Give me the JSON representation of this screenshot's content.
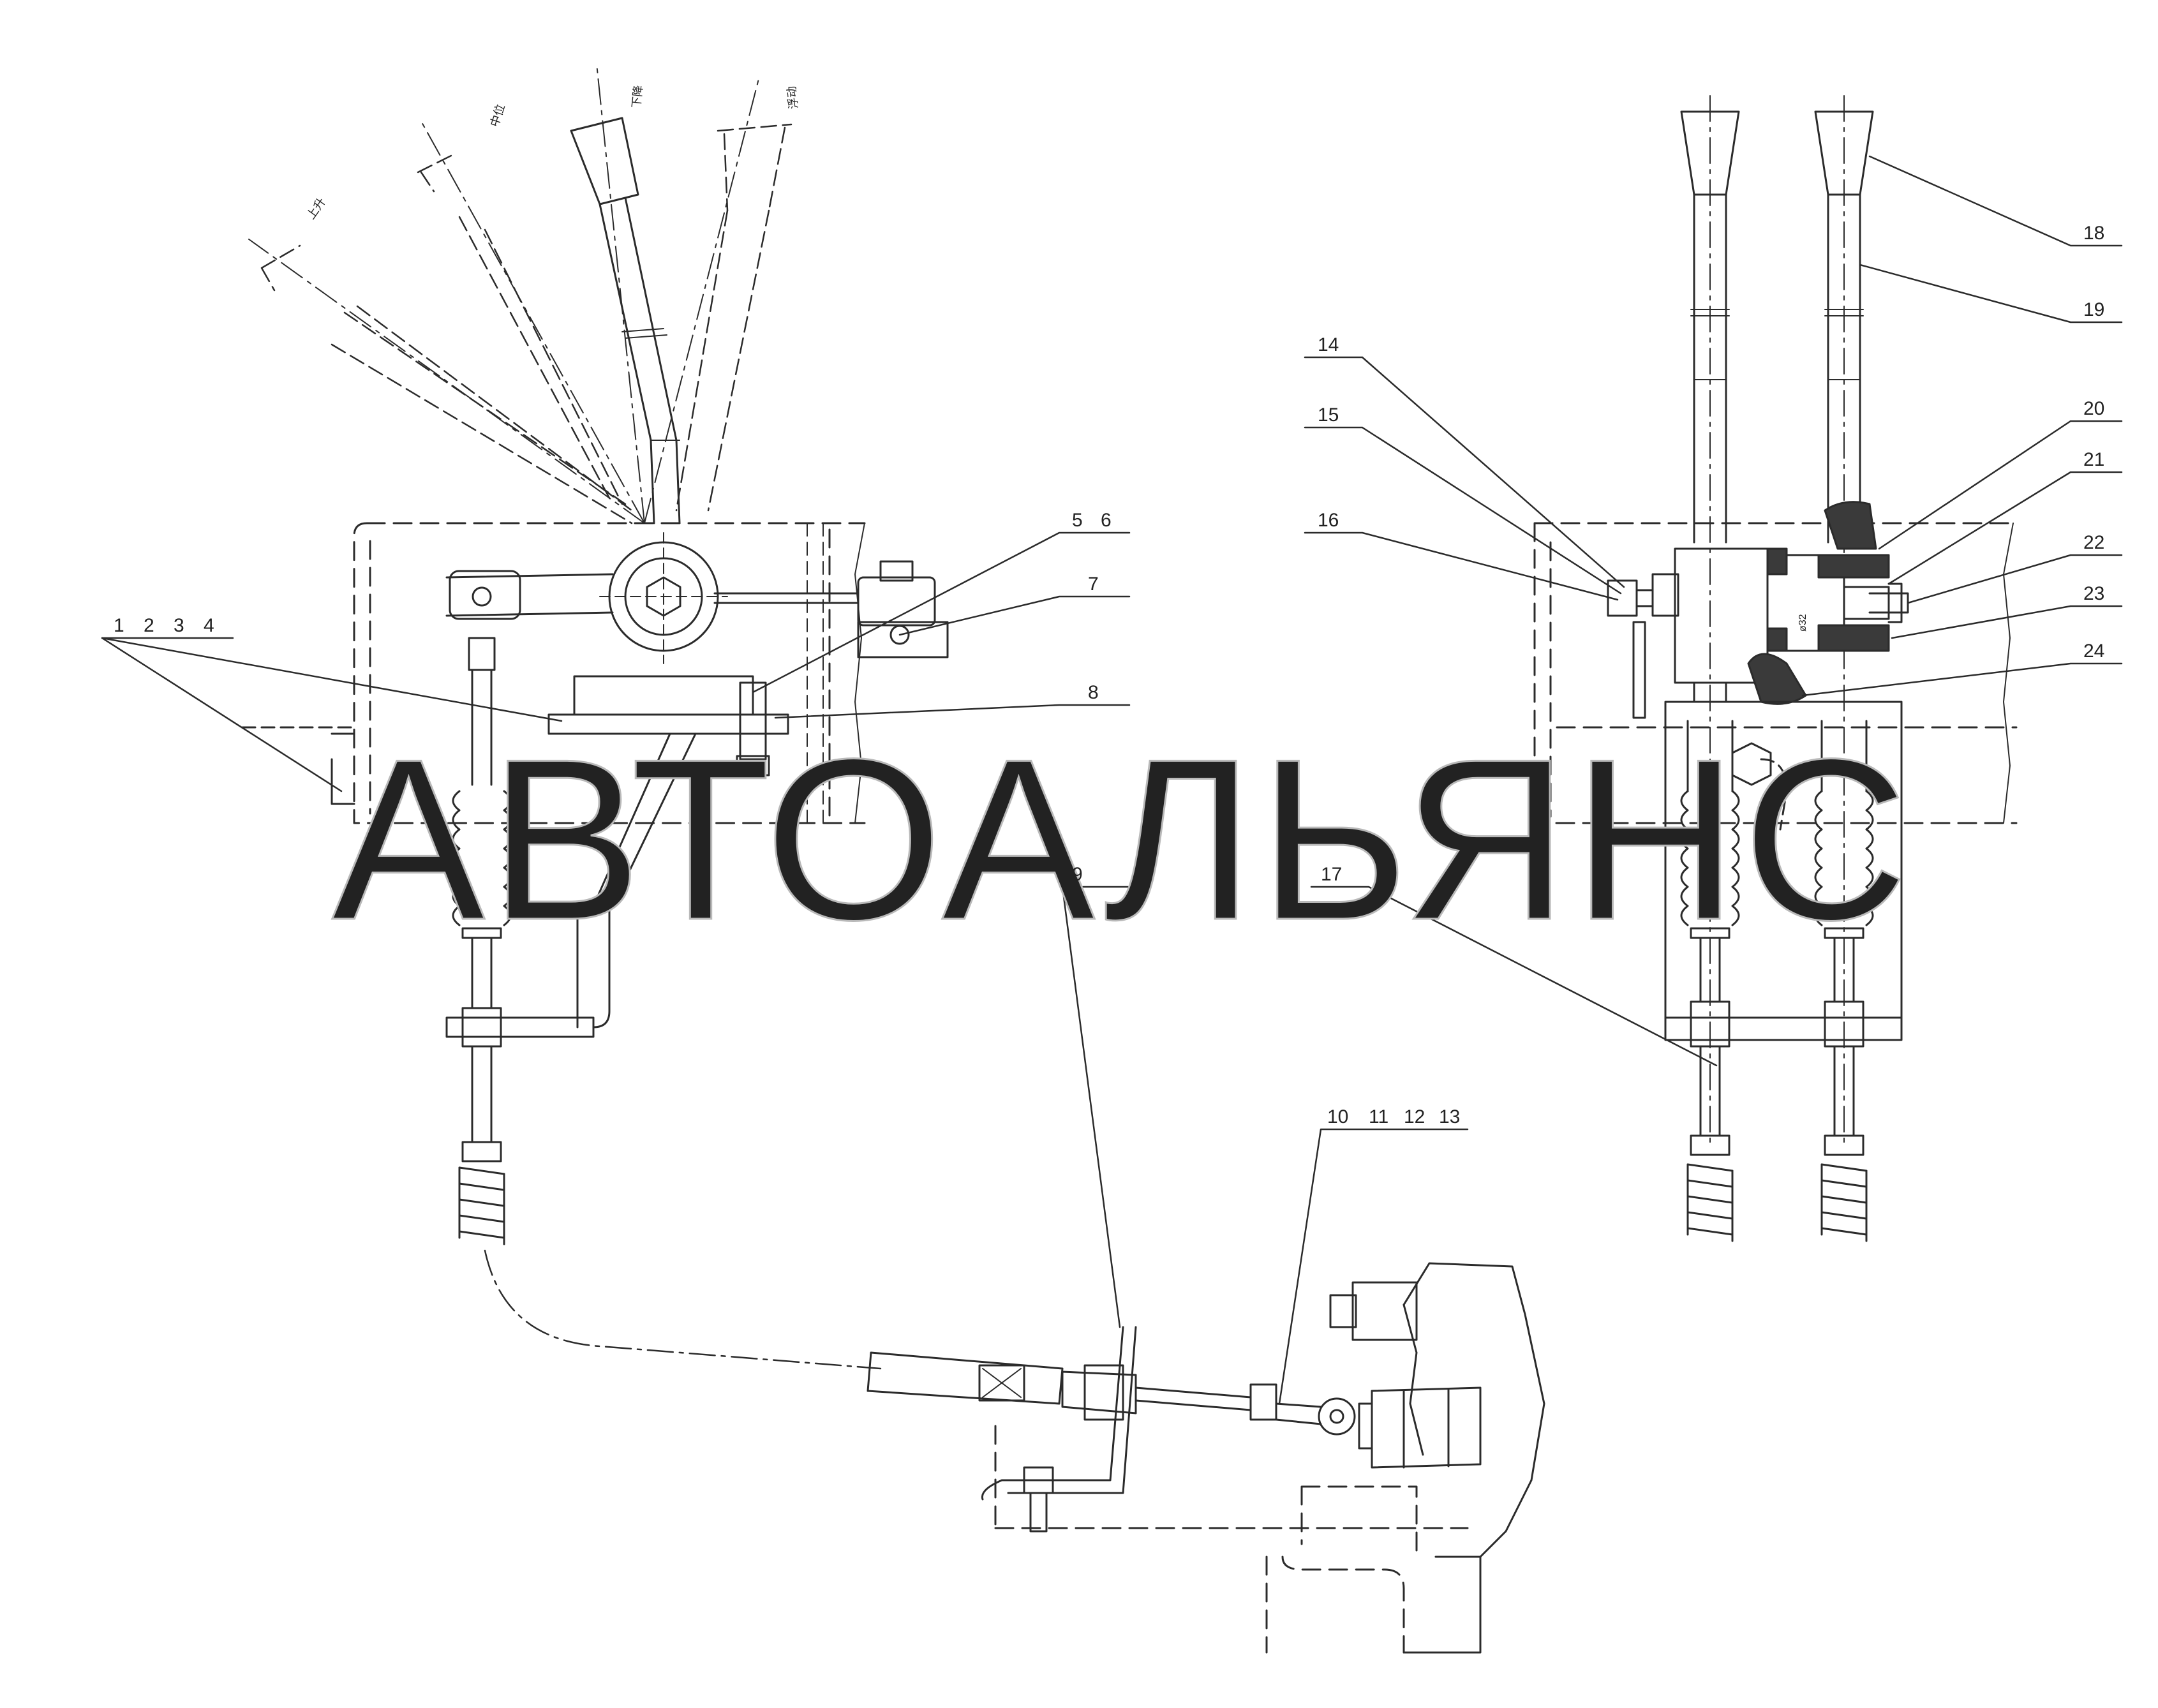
{
  "watermark": "АВТОАЛЬЯНС",
  "position_labels": [
    "上升",
    "中位",
    "下降",
    "浮动"
  ],
  "dimension_label": "ø32",
  "callouts": {
    "c1_4": [
      "1",
      "2",
      "3",
      "4"
    ],
    "c5_6": [
      "5",
      "6"
    ],
    "c7": "7",
    "c8": "8",
    "c9": "9",
    "c10_13": [
      "10",
      "11",
      "12",
      "13"
    ],
    "c14": "14",
    "c15": "15",
    "c16": "16",
    "c17": "17",
    "c18": "18",
    "c19": "19",
    "c20": "20",
    "c21": "21",
    "c22": "22",
    "c23": "23",
    "c24": "24"
  }
}
